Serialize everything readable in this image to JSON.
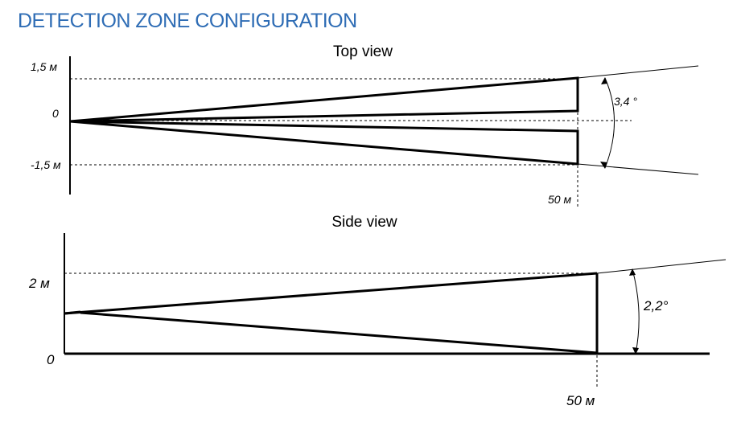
{
  "page_title": "DETECTION ZONE CONFIGURATION",
  "colors": {
    "title": "#2f6db5",
    "line": "#000000"
  },
  "top_view": {
    "title": "Top view",
    "y_labels": {
      "plus": "1,5 м",
      "zero": "0",
      "minus": "-1,5 м"
    },
    "distance_label": "50 м",
    "angle_label": "3,4 °"
  },
  "side_view": {
    "title": "Side view",
    "y_labels": {
      "top": "2 м",
      "zero": "0"
    },
    "distance_label": "50 м",
    "angle_label": "2,2°"
  }
}
